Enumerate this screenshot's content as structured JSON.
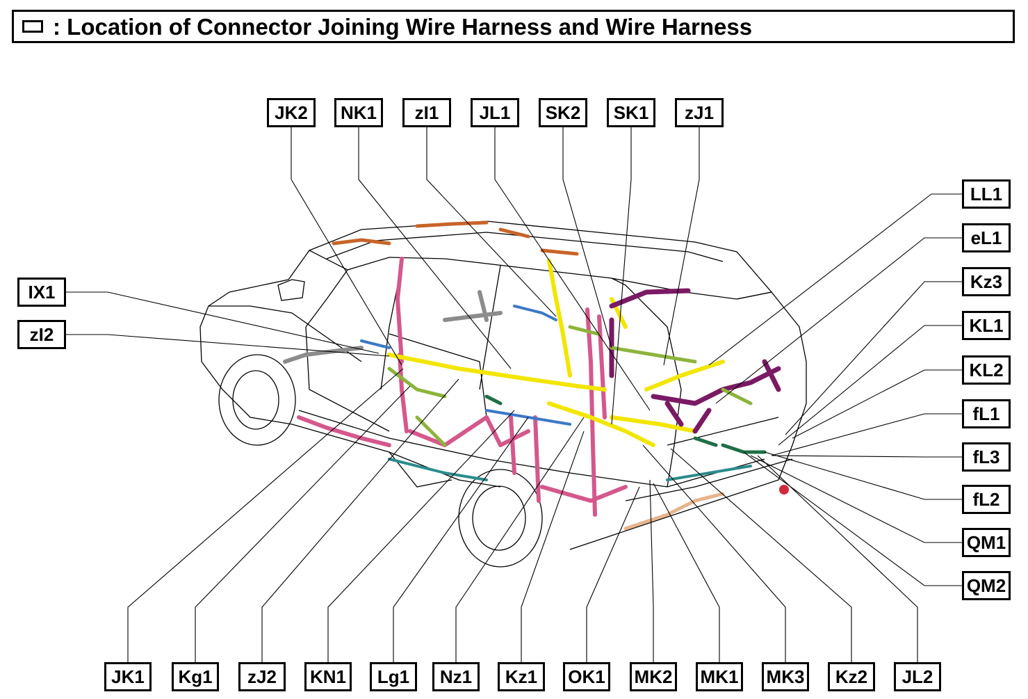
{
  "title": {
    "icon": "connector-rectangle-icon",
    "text": ": Location of Connector Joining Wire Harness and Wire Harness"
  },
  "connectors": {
    "top": [
      "JK2",
      "NK1",
      "zI1",
      "JL1",
      "SK2",
      "SK1",
      "zJ1"
    ],
    "left": [
      "IX1",
      "zI2"
    ],
    "right": [
      "LL1",
      "eL1",
      "Kz3",
      "KL1",
      "KL2",
      "fL1",
      "fL3",
      "fL2",
      "QM1",
      "QM2"
    ],
    "bottom": [
      "JK1",
      "Kg1",
      "zJ2",
      "KN1",
      "Lg1",
      "Nz1",
      "Kz1",
      "OK1",
      "MK2",
      "MK1",
      "MK3",
      "Kz2",
      "JL2"
    ]
  },
  "harness_colors": {
    "pink": "#d4588c",
    "yellow": "#f2e600",
    "green": "#8cb43c",
    "purple": "#7a1a64",
    "orange": "#c86428",
    "blue": "#3c78c8",
    "teal": "#2a8c8c",
    "dark_green": "#1e6e46",
    "red": "#d2283c",
    "gray": "#8c8c8c",
    "peach": "#e6b48c"
  }
}
